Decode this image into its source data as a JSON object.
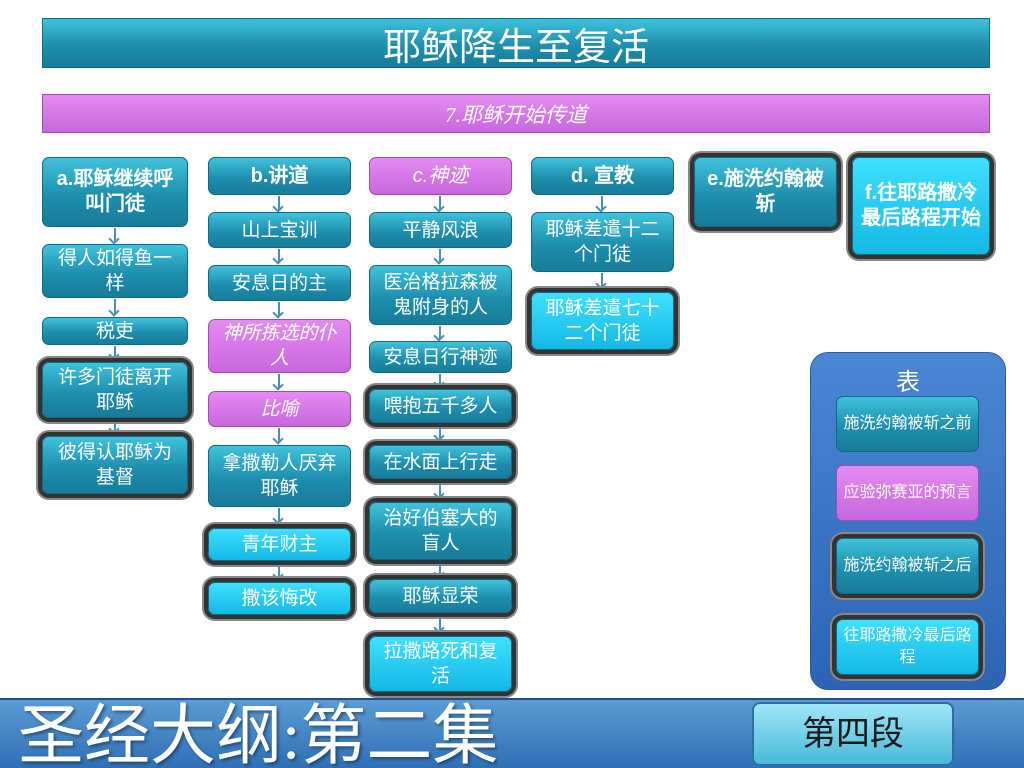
{
  "title": "耶稣降生至复活",
  "subtitle": "7.耶稣开始传道",
  "columns": {
    "a": {
      "header": "a.耶稣继续呼叫门徒",
      "items": [
        "得人如得鱼一样",
        "税吏",
        "许多门徒离开耶稣",
        "彼得认耶稣为基督"
      ]
    },
    "b": {
      "header": "b.讲道",
      "items": [
        "山上宝训",
        "安息日的主",
        "神所拣选的仆人",
        "比喻",
        "拿撒勒人厌弃耶稣",
        "青年财主",
        "撒该悔改"
      ]
    },
    "c": {
      "header": "c.神迹",
      "items": [
        "平静风浪",
        "医治格拉森被鬼附身的人",
        "安息日行神迹",
        "喂抱五千多人",
        "在水面上行走",
        "治好伯塞大的盲人",
        "耶稣显荣",
        "拉撒路死和复活"
      ]
    },
    "d": {
      "header": "d. 宣教",
      "items": [
        "耶稣差遣十二个门徒",
        "耶稣差遣七十二个门徒"
      ]
    },
    "e": {
      "header": "e.施洗约翰被斩"
    },
    "f": {
      "header": "f.往耶路撒冷最后路程开始"
    }
  },
  "legend": {
    "title": "表",
    "items": [
      "施洗约翰被斩之前",
      "应验弥赛亚的预言",
      "施洗约翰被斩之后",
      "往耶路撒冷最后路程"
    ]
  },
  "footer": {
    "series": "圣经大纲:第二集",
    "section": "第四段"
  }
}
